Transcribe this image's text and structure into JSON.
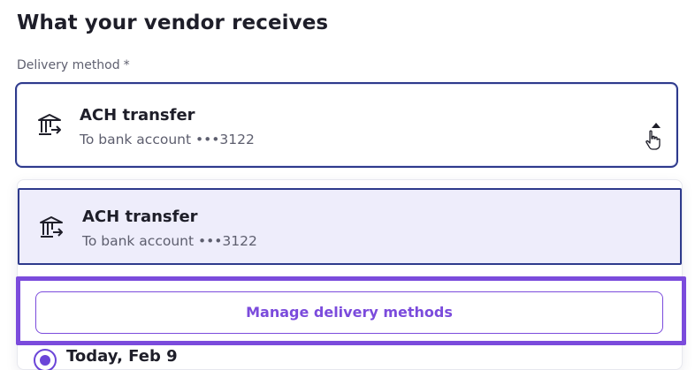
{
  "section": {
    "title": "What your vendor receives"
  },
  "delivery": {
    "label": "Delivery method",
    "required_marker": "*",
    "selected": {
      "icon": "bank-transfer-icon",
      "title": "ACH transfer",
      "subtitle": "To bank account •••3122"
    },
    "dropdown": {
      "options": [
        {
          "icon": "bank-transfer-icon",
          "title": "ACH transfer",
          "subtitle": "To bank account •••3122"
        }
      ],
      "manage_label": "Manage delivery methods"
    }
  },
  "schedule": {
    "date_label": "Today, Feb 9"
  },
  "colors": {
    "accent": "#7b4bdc",
    "selected_border": "#2e3a8c",
    "selected_bg": "#eeedfb"
  }
}
